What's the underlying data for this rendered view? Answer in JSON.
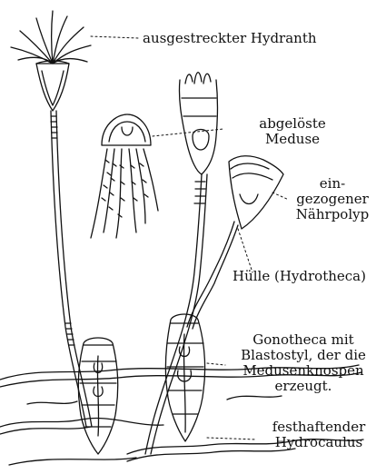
{
  "labels": {
    "hydranth": [
      "ausgestreckter Hydranth"
    ],
    "meduse": [
      "abgelöste",
      "Meduse"
    ],
    "naehrpolyp": [
      "ein-",
      "gezogener",
      "Nährpolyp"
    ],
    "huelle": [
      "Hülle (Hydrotheca)"
    ],
    "gonotheca": [
      "Gonotheca mit",
      "Blastostyl, der die",
      "Medusenknospen",
      "erzeugt."
    ],
    "hydrocaulus": [
      "festhaftender",
      "Hydrocaulus"
    ]
  },
  "colors": {
    "ink": "#111111",
    "paper": "#ffffff"
  }
}
